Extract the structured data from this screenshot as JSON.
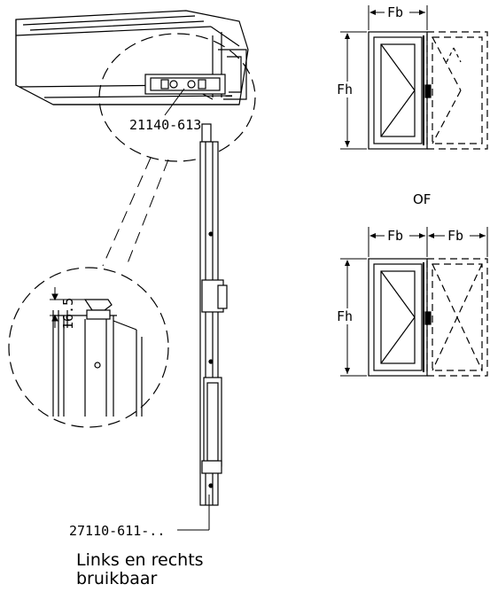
{
  "labels": {
    "part_top": "21140-613",
    "part_bottom": "27110-611-..",
    "dimension": "16.5",
    "fb": "Fb",
    "fh": "Fh",
    "of": "OF"
  },
  "caption": {
    "line1": "Links en rechts",
    "line2": "bruikbaar"
  }
}
